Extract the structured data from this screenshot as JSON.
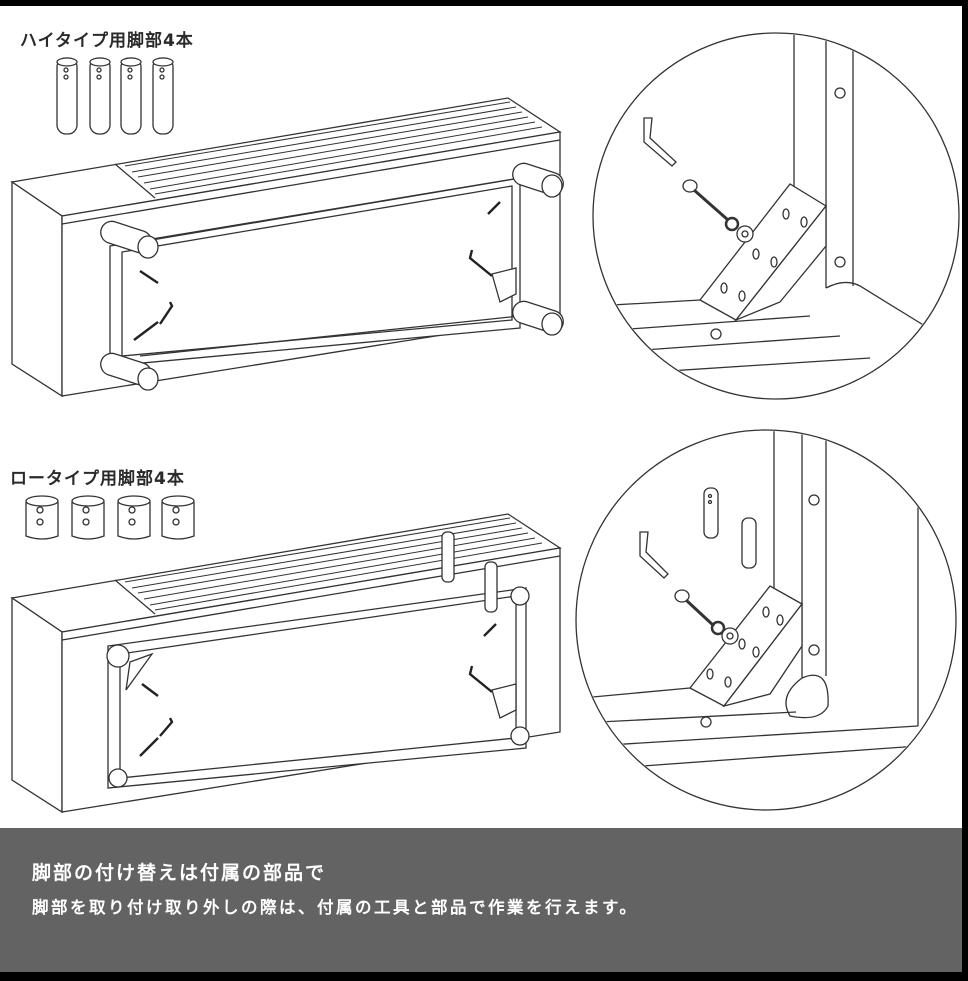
{
  "sections": {
    "high_type": {
      "label": "ハイタイプ用脚部4本",
      "leg_count": 4,
      "leg_icon": "tall-cylinder-leg"
    },
    "low_type": {
      "label": "ロータイプ用脚部4本",
      "leg_count": 4,
      "leg_icon": "short-cylinder-leg"
    }
  },
  "illustrations": {
    "high_bench": "bench-with-tall-legs-exploded-view",
    "high_detail": "corner-bracket-hex-key-detail",
    "low_bench": "bench-with-short-legs-exploded-view",
    "low_detail": "corner-bracket-hex-key-short-leg-detail"
  },
  "footer": {
    "title": "脚部の付け替えは付属の部品で",
    "description": "脚部を取り付け取り外しの際は、付属の工具と部品で作業を行えます。",
    "background": "#636363",
    "text_color": "#ffffff"
  }
}
